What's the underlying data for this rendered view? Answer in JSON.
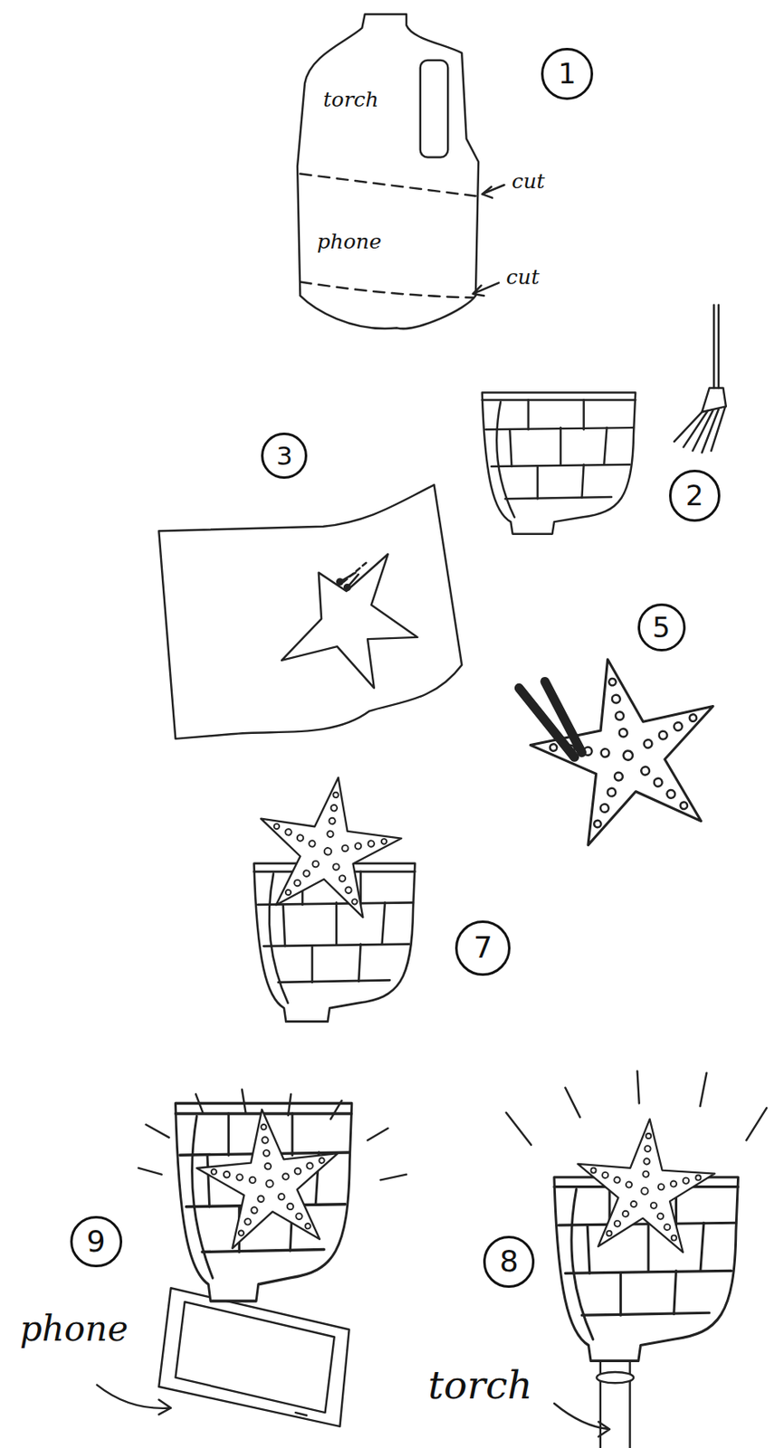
{
  "diagram": {
    "nodes": [
      {
        "text": [
          "1"
        ]
      },
      {
        "text": [
          "3"
        ]
      },
      {
        "text": [
          "2"
        ]
      },
      {
        "text": [
          "5"
        ]
      },
      {
        "text": [
          "7"
        ]
      },
      {
        "text": [
          "9"
        ]
      },
      {
        "text": [
          "8"
        ]
      }
    ],
    "labels": [
      "torch",
      "cut",
      "phone",
      "cut",
      "phone",
      "torch"
    ]
  }
}
